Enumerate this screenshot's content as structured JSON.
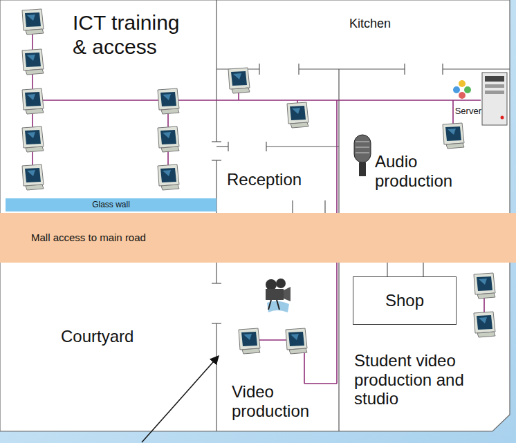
{
  "diagram": {
    "nodes": [
      {
        "text": [
          "Glass wall"
        ]
      },
      {
        "text": [
          "Mall access to main road"
        ]
      },
      {
        "text": [
          "Shop"
        ]
      }
    ],
    "labels": [
      "ICT training & access",
      "Kitchen",
      "Server",
      "Reception",
      "Audio production",
      "Courtyard",
      "Video production",
      "Student video production and studio"
    ]
  }
}
